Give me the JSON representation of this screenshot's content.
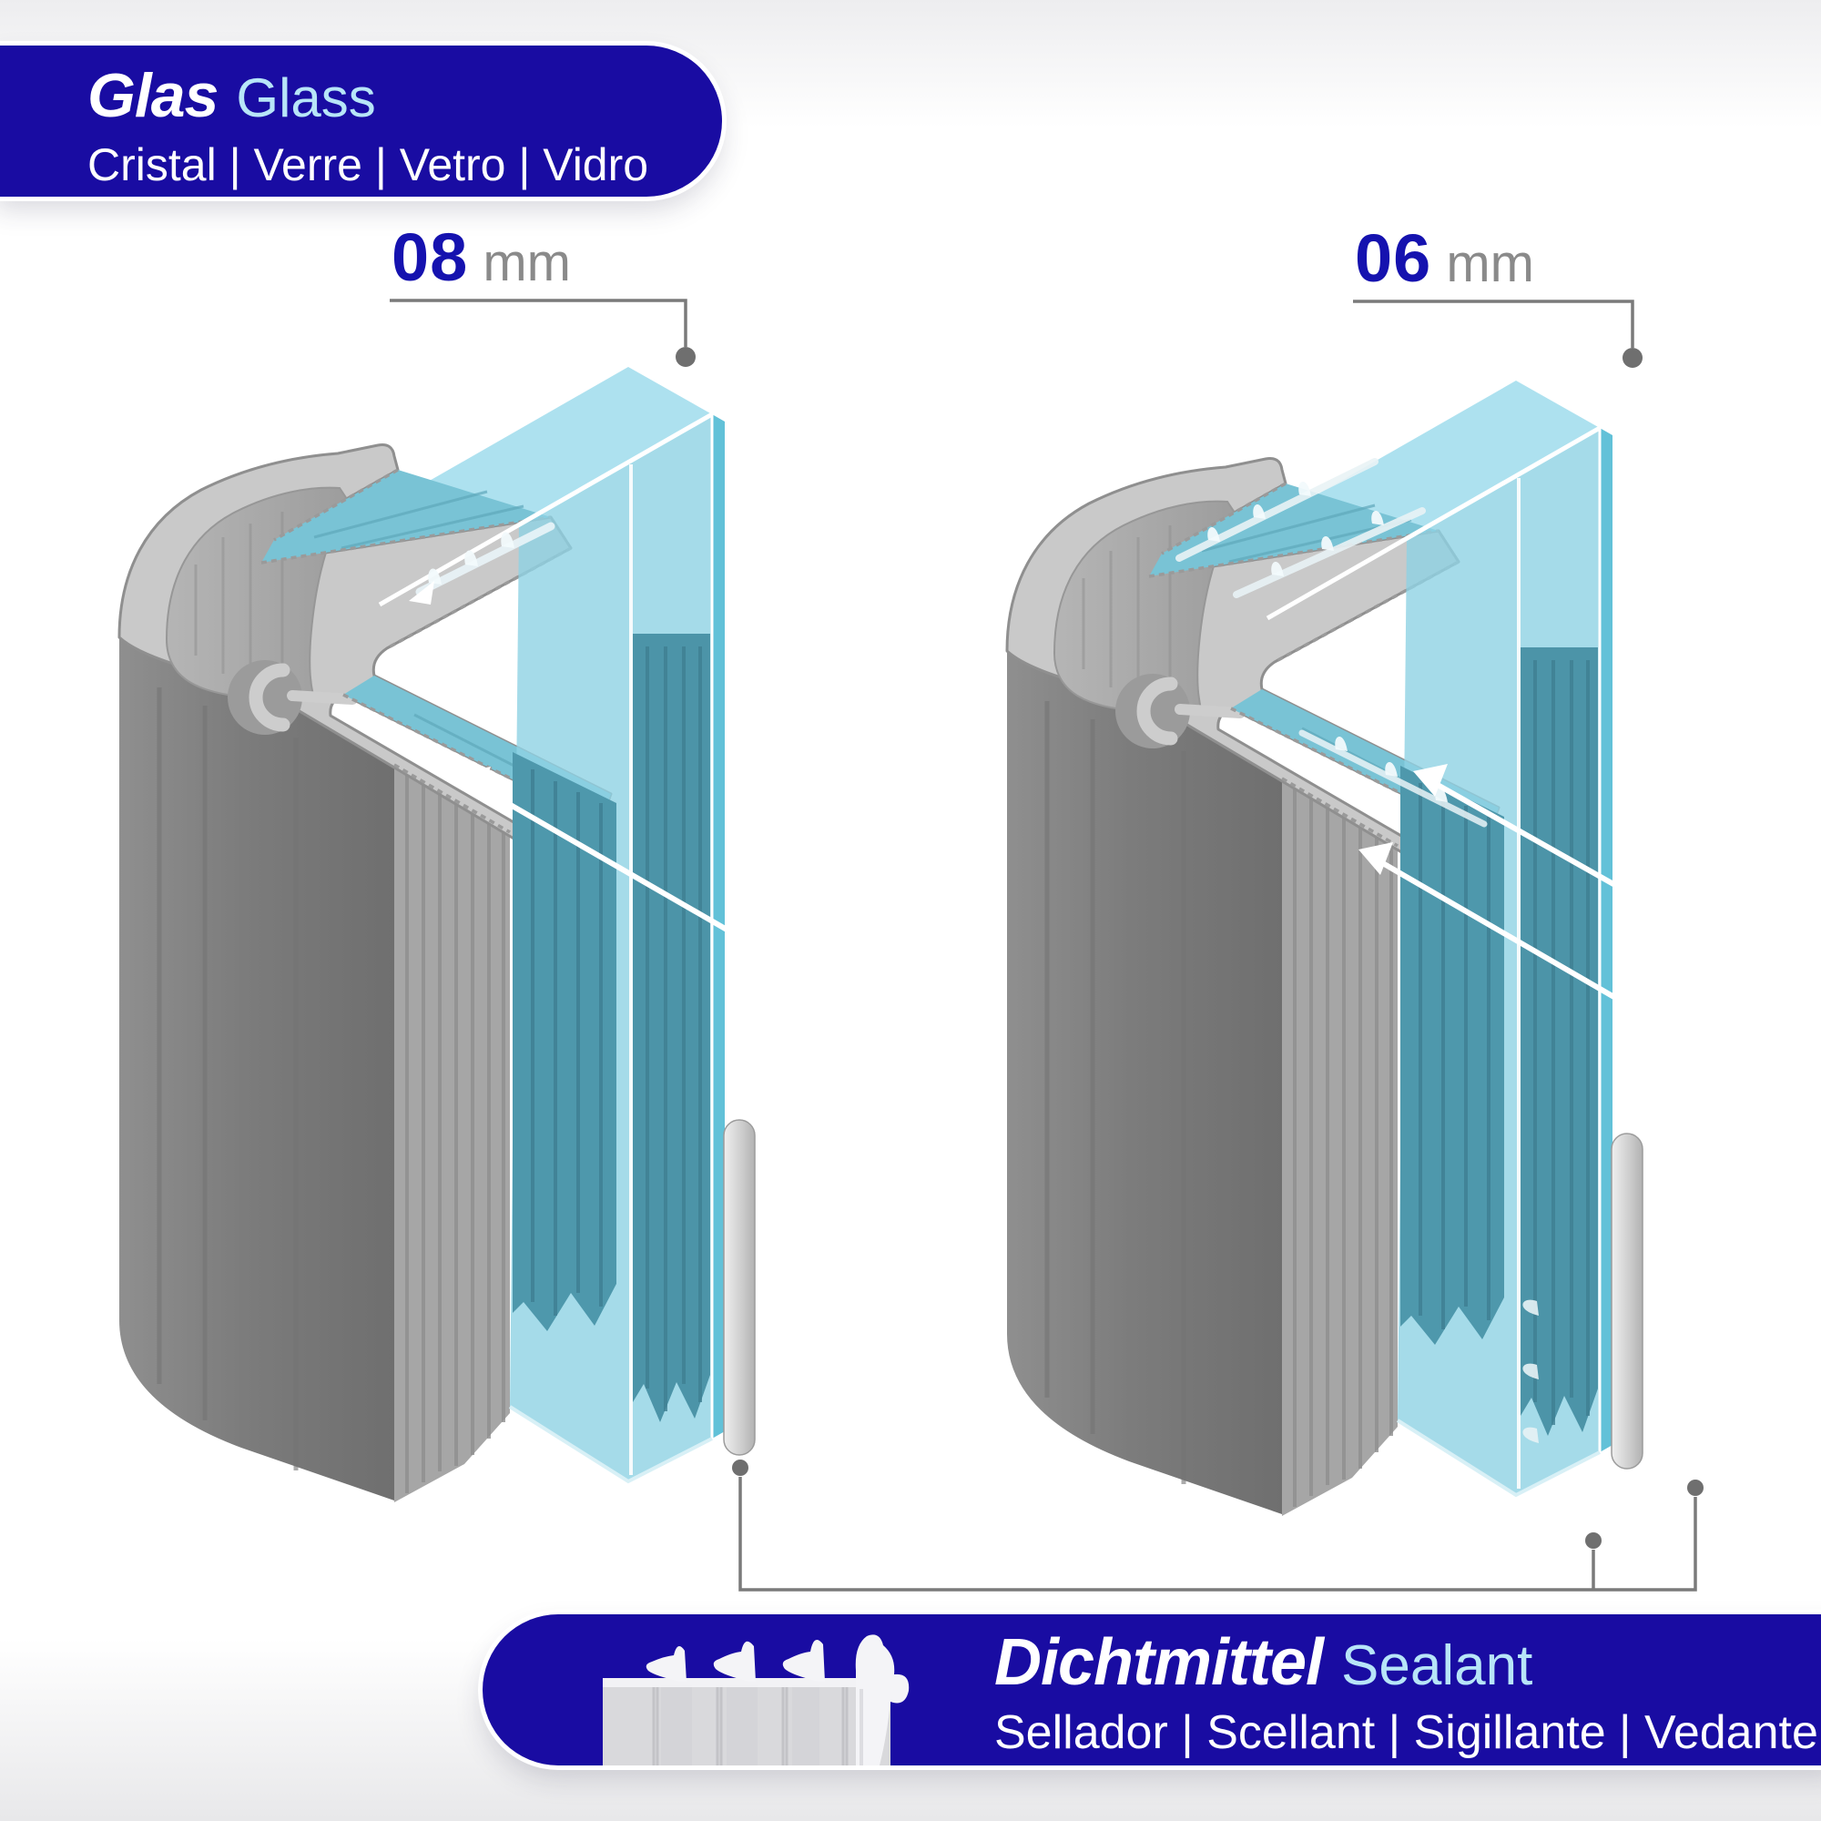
{
  "header_banner": {
    "title_primary": "Glas",
    "title_secondary": "Glass",
    "subtitle": "Cristal | Verre | Vetro | Vidro"
  },
  "footer_banner": {
    "title_primary": "Dichtmittel",
    "title_secondary": "Sealant",
    "subtitle": "Sellador | Scellant | Sigillante | Vedante",
    "icon": "sealant-profile-icon"
  },
  "diagrams": [
    {
      "id": "glass-8mm",
      "thickness_value": "08",
      "thickness_unit": "mm",
      "icon": "glazing-profile-isometric-icon"
    },
    {
      "id": "glass-6mm",
      "thickness_value": "06",
      "thickness_unit": "mm",
      "icon": "glazing-profile-isometric-icon"
    }
  ],
  "colors": {
    "banner-bg": "#190ca2",
    "accent-light": "#b7e5f8",
    "number-blue": "#1512af",
    "unit-gray": "#8a8a8a",
    "leader-gray": "#7a7a7a",
    "glass-cyan": "#8fd2e4",
    "glass-top": "#a9dfee",
    "glass-deep": "#4e98ac",
    "aluminium-light": "#c9c9c9",
    "aluminium-dark": "#828282"
  }
}
